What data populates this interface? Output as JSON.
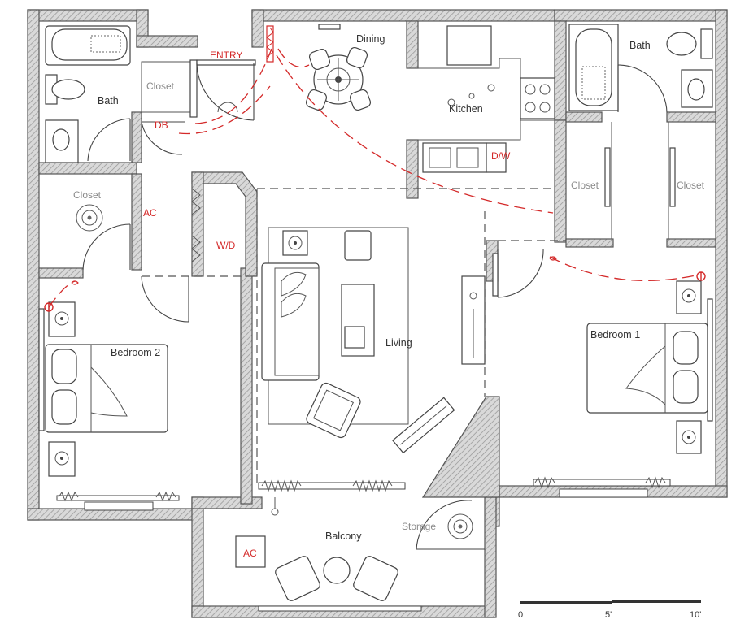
{
  "labels": {
    "dining": "Dining",
    "kitchen": "Kitchen",
    "dw": "D/W",
    "entry": "ENTRY",
    "bath_left": "Bath",
    "bath_right": "Bath",
    "closet_top": "Closet",
    "closet_left": "Closet",
    "closet_right_a": "Closet",
    "closet_right_b": "Closet",
    "db": "DB",
    "ac_left": "AC",
    "wd": "W/D",
    "living": "Living",
    "bedroom1": "Bedroom 1",
    "bedroom2": "Bedroom 2",
    "balcony": "Balcony",
    "storage": "Storage",
    "ac_balcony": "AC"
  },
  "scale": {
    "zero": "0",
    "five": "5'",
    "ten": "10'"
  },
  "colors": {
    "circuit": "#d42a2a",
    "wall_hatch": "#bdbdbd",
    "line": "#444444"
  }
}
